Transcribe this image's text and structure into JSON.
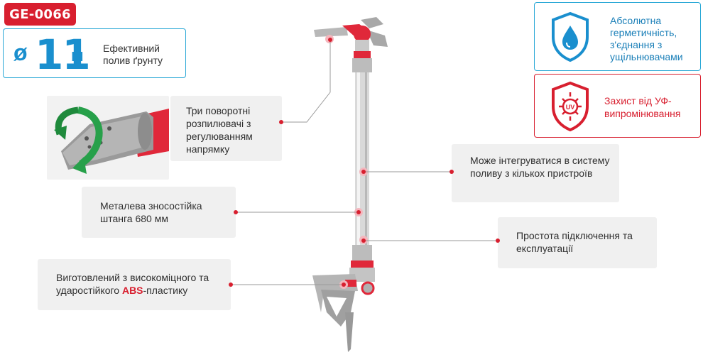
{
  "badge": {
    "model": "GE-0066"
  },
  "diameter": {
    "symbol": "ø",
    "number": "11",
    "unit": "м",
    "description": "Ефективний полив ґрунту"
  },
  "features": {
    "sprayers": "Три поворотні розпилювачі з регулюванням напрямку",
    "rod": "Металева зносостійка штанга 680 мм",
    "abs_prefix": "Виготовлений з високоміцного та ударостійкого ",
    "abs_highlight": "ABS",
    "abs_suffix": "-пластику",
    "integrate": "Може інтегруватися в систему поливу з кількох пристроїв",
    "simple": "Простота підключення та експлуатації"
  },
  "info": {
    "sealing": "Абсолютна герметичність, з'єднання з ущільнювачами",
    "uv": "Захист від УФ-випромінювання",
    "uv_icon_label": "UV"
  },
  "icons": {
    "drop": "water-drop-shield-icon",
    "uv": "uv-sun-shield-icon",
    "rotate": "rotation-arrow-icon"
  },
  "colors": {
    "brand_red": "#d81f2f",
    "accent_blue": "#1a8fce",
    "label_bg": "#f0f0f0"
  }
}
